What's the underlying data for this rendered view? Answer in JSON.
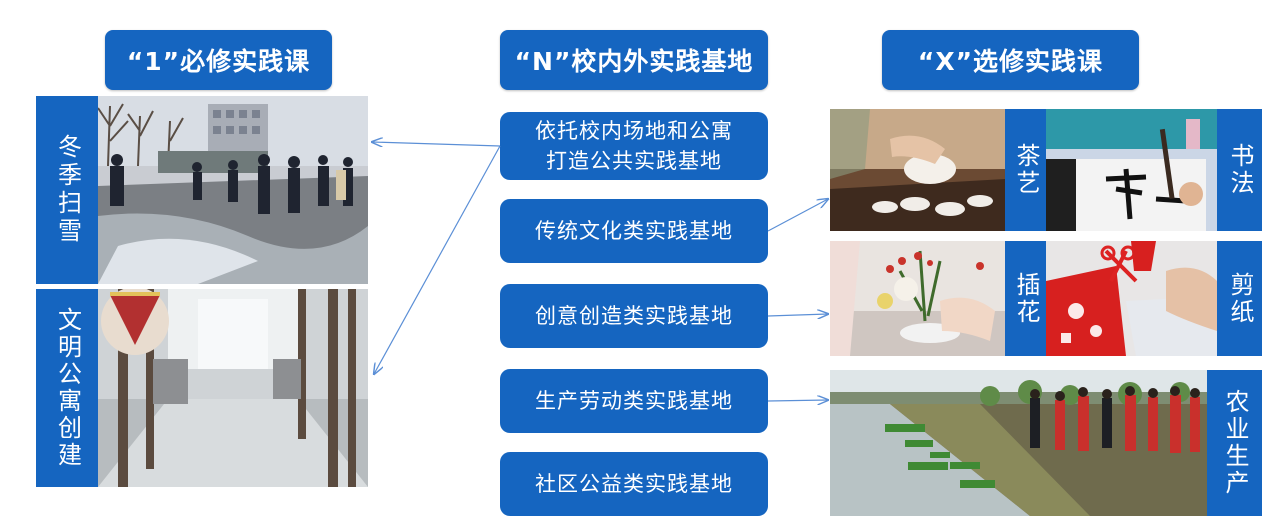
{
  "headers": {
    "required": "“1”必修实践课",
    "bases": "“N”校内外实践基地",
    "elective": "“X”选修实践课"
  },
  "bases": [
    "依托校内场地和公寓\n打造公共实践基地",
    "传统文化类实践基地",
    "创意创造类实践基地",
    "生产劳动类实践基地",
    "社区公益类实践基地"
  ],
  "required_courses": [
    {
      "label": "冬季扫雪",
      "photo": "snow-sweeping-photo"
    },
    {
      "label": "文明公寓创建",
      "photo": "dormitory-hallway-photo"
    }
  ],
  "elective_courses": [
    {
      "label": "茶艺",
      "photo": "tea-ceremony-photo"
    },
    {
      "label": "书法",
      "photo": "calligraphy-photo"
    },
    {
      "label": "插花",
      "photo": "flower-arranging-photo"
    },
    {
      "label": "剪纸",
      "photo": "paper-cutting-photo"
    },
    {
      "label": "农业生产",
      "photo": "agriculture-photo"
    }
  ],
  "colors": {
    "accent": "#1565c0",
    "arrow": "#5b8fd6"
  }
}
